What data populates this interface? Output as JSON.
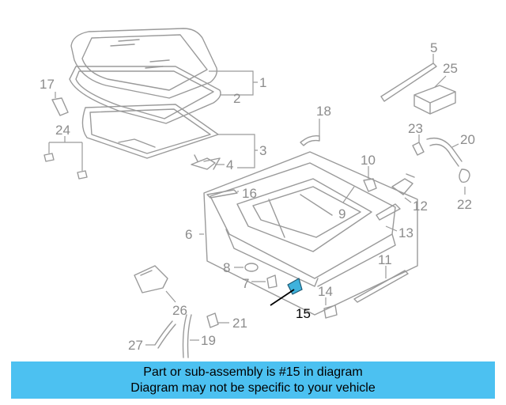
{
  "diagram": {
    "callouts": {
      "c1": "1",
      "c2": "2",
      "c3": "3",
      "c4": "4",
      "c5": "5",
      "c6": "6",
      "c7": "7",
      "c8": "8",
      "c9": "9",
      "c10": "10",
      "c11": "11",
      "c12": "12",
      "c13": "13",
      "c14": "14",
      "c15": "15",
      "c16": "16",
      "c17": "17",
      "c18": "18",
      "c19": "19",
      "c20": "20",
      "c21": "21",
      "c22": "22",
      "c23": "23",
      "c24": "24",
      "c25": "25",
      "c26": "26",
      "c27": "27"
    },
    "highlighted_part": "15",
    "colors": {
      "line": "#9a9a9a",
      "highlight_part": "#3fb2dc",
      "banner": "#4cc1f1"
    }
  },
  "banner": {
    "line1": "Part or sub-assembly is #15 in diagram",
    "line2": "Diagram may not be specific to your vehicle"
  }
}
